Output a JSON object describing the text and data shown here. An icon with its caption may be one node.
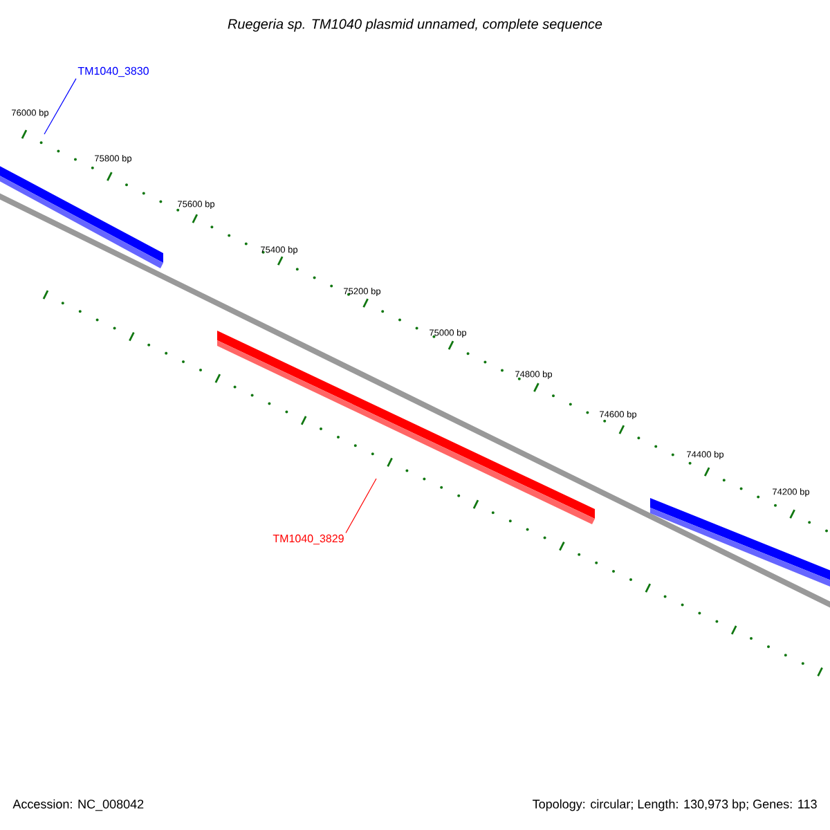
{
  "diagram": {
    "title": "Ruegeria sp. TM1040 plasmid unnamed, complete sequence",
    "nodes": [
      {
        "text": [
          "TM1040_3830"
        ]
      },
      {
        "text": [
          "TM1040_3829"
        ]
      }
    ],
    "edges": [
      {
        "from": 0,
        "to": null,
        "arrow": "none",
        "color": "#0000ff"
      },
      {
        "from": 1,
        "to": null,
        "arrow": "none",
        "color": "#ff0000"
      }
    ],
    "labels": [
      "76000 bp",
      "75800 bp",
      "75600 bp",
      "75400 bp",
      "75200 bp",
      "75000 bp",
      "74800 bp",
      "74600 bp",
      "74400 bp",
      "74200 bp",
      "Accession: NC_008042",
      "Topology: circular; Length: 130,973 bp; Genes: 113"
    ]
  }
}
